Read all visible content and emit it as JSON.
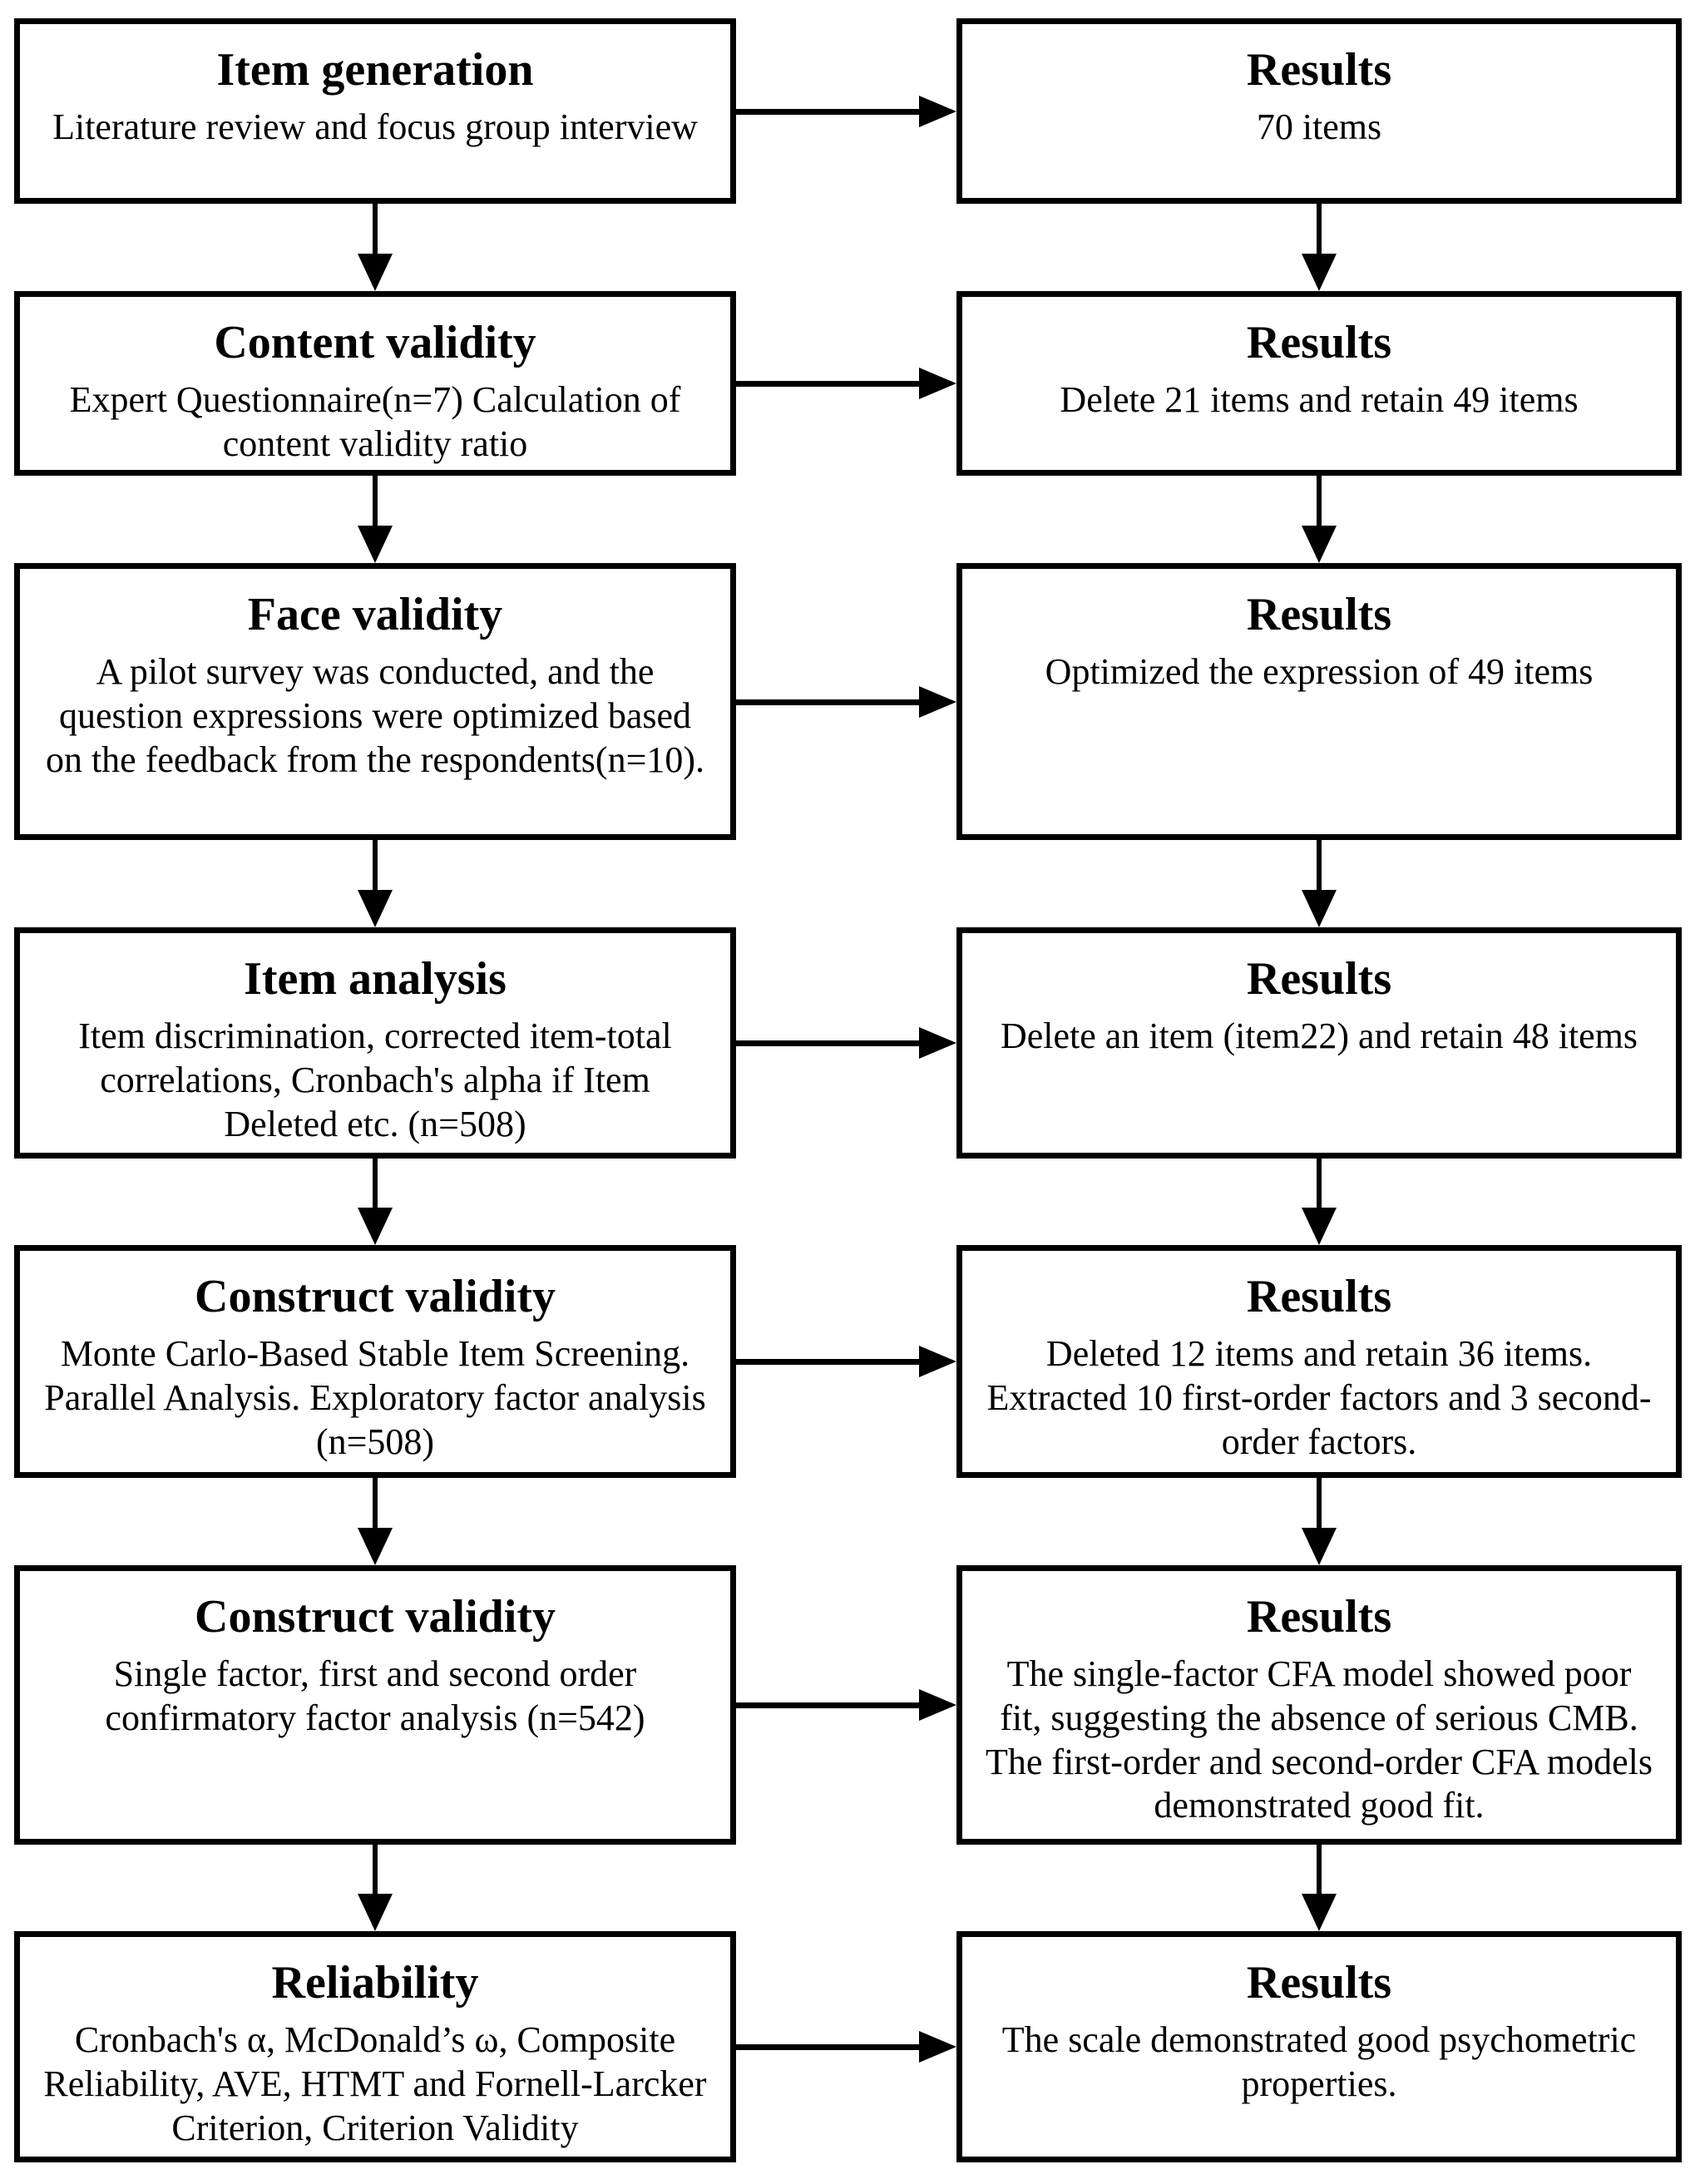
{
  "colors": {
    "line": "#000000",
    "text": "#000000",
    "background": "#ffffff"
  },
  "flow": {
    "rows": [
      {
        "left": {
          "title": "Item generation",
          "body": "Literature review and focus group interview"
        },
        "right": {
          "title": "Results",
          "body": "70 items"
        }
      },
      {
        "left": {
          "title": "Content validity",
          "body": "Expert Questionnaire(n=7) Calculation of content validity ratio"
        },
        "right": {
          "title": "Results",
          "body": "Delete 21 items and retain 49 items"
        }
      },
      {
        "left": {
          "title": "Face validity",
          "body": "A pilot survey was conducted, and the question expressions were optimized based on the feedback from the respondents(n=10)."
        },
        "right": {
          "title": "Results",
          "body": "Optimized the expression of 49 items"
        }
      },
      {
        "left": {
          "title": "Item analysis",
          "body": "Item discrimination, corrected item-total correlations, Cronbach's alpha if Item Deleted etc. (n=508)"
        },
        "right": {
          "title": "Results",
          "body": "Delete an item (item22) and retain 48 items"
        }
      },
      {
        "left": {
          "title": "Construct validity",
          "body": "Monte Carlo-Based Stable Item Screening. Parallel Analysis. Exploratory factor analysis (n=508)"
        },
        "right": {
          "title": "Results",
          "body": "Deleted 12 items and retain 36 items. Extracted 10 first-order factors and 3 second-order factors."
        }
      },
      {
        "left": {
          "title": "Construct validity",
          "body": "Single factor, first and second order confirmatory factor analysis (n=542)"
        },
        "right": {
          "title": "Results",
          "body": "The single-factor CFA model showed poor fit, suggesting the absence of serious CMB. The first-order and second-order CFA models demonstrated good fit."
        }
      },
      {
        "left": {
          "title": "Reliability",
          "body": "Cronbach's α, McDonald’s ω, Composite Reliability, AVE, HTMT and Fornell-Larcker Criterion, Criterion Validity"
        },
        "right": {
          "title": "Results",
          "body": "The scale demonstrated good psychometric properties."
        }
      }
    ]
  }
}
